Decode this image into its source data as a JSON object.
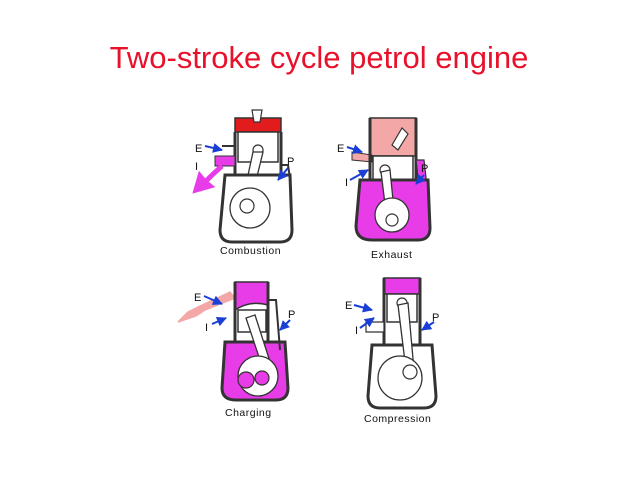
{
  "title": "Two-stroke cycle petrol engine",
  "colors": {
    "title": "#e8102a",
    "charge": "#e83ce8",
    "burning": "#e21c1c",
    "exhaust_gas": "#f4a7a7",
    "arrow": "#1a3fd6",
    "outline": "#333333"
  },
  "stages": [
    {
      "caption": "Combustion",
      "labels": {
        "exhaust": "E",
        "inlet": "I",
        "transfer": "P"
      }
    },
    {
      "caption": "Exhaust",
      "labels": {
        "exhaust": "E",
        "inlet": "I",
        "transfer": "P"
      }
    },
    {
      "caption": "Charging",
      "labels": {
        "exhaust": "E",
        "inlet": "I",
        "transfer": "P"
      }
    },
    {
      "caption": "Compression",
      "labels": {
        "exhaust": "E",
        "inlet": "I",
        "transfer": "P"
      }
    }
  ]
}
